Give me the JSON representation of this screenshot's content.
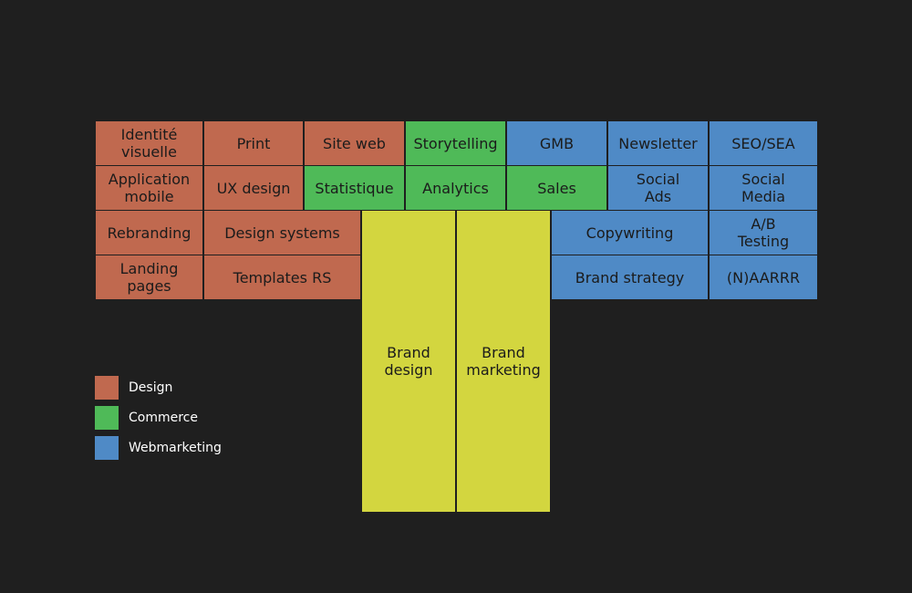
{
  "colors": {
    "design": "#c0694f",
    "commerce": "#4fba58",
    "webmarketing": "#4f8ac6",
    "brand": "#d3d63f",
    "background": "#1f1f1f",
    "gap": "#1f1f1f"
  },
  "cells": [
    {
      "id": "identite-visuelle",
      "label": "Identité\nvisuelle",
      "category": "design"
    },
    {
      "id": "print",
      "label": "Print",
      "category": "design"
    },
    {
      "id": "site-web",
      "label": "Site web",
      "category": "design"
    },
    {
      "id": "storytelling",
      "label": "Storytelling",
      "category": "commerce"
    },
    {
      "id": "gmb",
      "label": "GMB",
      "category": "webmarketing"
    },
    {
      "id": "newsletter",
      "label": "Newsletter",
      "category": "webmarketing"
    },
    {
      "id": "seo-sea",
      "label": "SEO/SEA",
      "category": "webmarketing"
    },
    {
      "id": "application-mobile",
      "label": "Application\nmobile",
      "category": "design"
    },
    {
      "id": "ux-design",
      "label": "UX design",
      "category": "design"
    },
    {
      "id": "statistique",
      "label": "Statistique",
      "category": "commerce"
    },
    {
      "id": "analytics",
      "label": "Analytics",
      "category": "commerce"
    },
    {
      "id": "sales",
      "label": "Sales",
      "category": "commerce"
    },
    {
      "id": "social-ads",
      "label": "Social\nAds",
      "category": "webmarketing"
    },
    {
      "id": "social-media",
      "label": "Social\nMedia",
      "category": "webmarketing"
    },
    {
      "id": "rebranding",
      "label": "Rebranding",
      "category": "design"
    },
    {
      "id": "design-systems",
      "label": "Design systems",
      "category": "design"
    },
    {
      "id": "copywriting",
      "label": "Copywriting",
      "category": "webmarketing"
    },
    {
      "id": "ab-testing",
      "label": "A/B\nTesting",
      "category": "webmarketing"
    },
    {
      "id": "landing-pages",
      "label": "Landing\npages",
      "category": "design"
    },
    {
      "id": "templates-rs",
      "label": "Templates RS",
      "category": "design"
    },
    {
      "id": "brand-strategy",
      "label": "Brand strategy",
      "category": "webmarketing"
    },
    {
      "id": "naarrr",
      "label": "(N)AARRR",
      "category": "webmarketing"
    },
    {
      "id": "brand-design",
      "label": "Brand\ndesign",
      "category": "brand"
    },
    {
      "id": "brand-marketing",
      "label": "Brand\nmarketing",
      "category": "brand"
    }
  ],
  "legend": [
    {
      "label": "Design",
      "category": "design"
    },
    {
      "label": "Commerce",
      "category": "commerce"
    },
    {
      "label": "Webmarketing",
      "category": "webmarketing"
    }
  ]
}
